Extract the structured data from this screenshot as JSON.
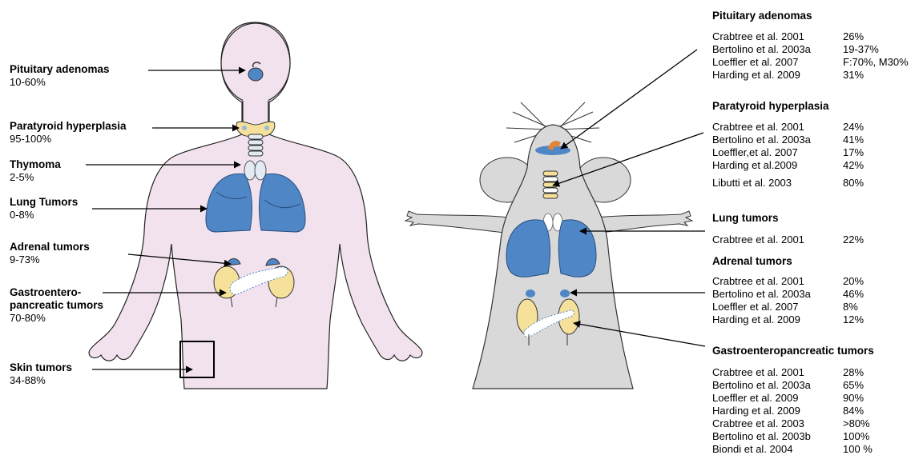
{
  "human": {
    "labels": [
      {
        "title": "Pituitary adenomas",
        "value": "10-60%"
      },
      {
        "title": "Paratyroid hyperplasia",
        "value": "95-100%"
      },
      {
        "title": "Thymoma",
        "value": "2-5%"
      },
      {
        "title": "Lung Tumors",
        "value": "0-8%"
      },
      {
        "title": "Adrenal tumors",
        "value": "9-73%"
      },
      {
        "title": "Gastroentero-",
        "title2": "pancreatic tumors",
        "value": "70-80%"
      },
      {
        "title": "Skin tumors",
        "value": "34-88%"
      }
    ]
  },
  "mouse": {
    "sections": [
      {
        "title": "Pituitary adenomas",
        "rows": [
          {
            "ref": "Crabtree et al. 2001",
            "value": "26%"
          },
          {
            "ref": "Bertolino et al. 2003a",
            "value": "19-37%"
          },
          {
            "ref": "Loeffler et al. 2007",
            "value": "F:70%, M30%"
          },
          {
            "ref": "Harding  et al. 2009",
            "value": "31%"
          }
        ]
      },
      {
        "title": "Paratyroid hyperplasia",
        "rows": [
          {
            "ref": "Crabtree et al. 2001",
            "value": "24%"
          },
          {
            "ref": "Bertolino et al. 2003a",
            "value": "41%"
          },
          {
            "ref": "Loeffler,et al. 2007",
            "value": "17%"
          },
          {
            "ref": "Harding  et al.2009",
            "value": "42%"
          },
          {
            "ref": "Libutti et al. 2003",
            "value": "80%"
          }
        ]
      },
      {
        "title": "Lung tumors",
        "rows": [
          {
            "ref": "Crabtree et al. 2001",
            "value": "22%"
          }
        ]
      },
      {
        "title": "Adrenal tumors",
        "rows": [
          {
            "ref": "Crabtree et al. 2001",
            "value": "20%"
          },
          {
            "ref": "Bertolino et al. 2003a",
            "value": "46%"
          },
          {
            "ref": "Loeffler et al. 2007",
            "value": "8%"
          },
          {
            "ref": "Harding  et al. 2009",
            "value": "12%"
          }
        ]
      },
      {
        "title": "Gastroenteropancreatic tumors",
        "rows": [
          {
            "ref": "Crabtree et al. 2001",
            "value": "28%"
          },
          {
            "ref": "Bertolino et al. 2003a",
            "value": "65%"
          },
          {
            "ref": "Loeffler et al. 2009",
            "value": "90%"
          },
          {
            "ref": "Harding et al. 2009",
            "value": "84%"
          },
          {
            "ref": "Crabtree et al. 2003",
            "value": ">80%"
          },
          {
            "ref": "Bertolino et al. 2003b",
            "value": "100%"
          },
          {
            "ref": "Biondi et al. 2004",
            "value": "100 %"
          }
        ]
      }
    ]
  },
  "colors": {
    "human_skin": "#f1e2ee",
    "mouse_body": "#d9d9d9",
    "organ_blue": "#4f86c6",
    "gland_yellow": "#f6e19a",
    "pituitary_orange": "#e0863a"
  }
}
